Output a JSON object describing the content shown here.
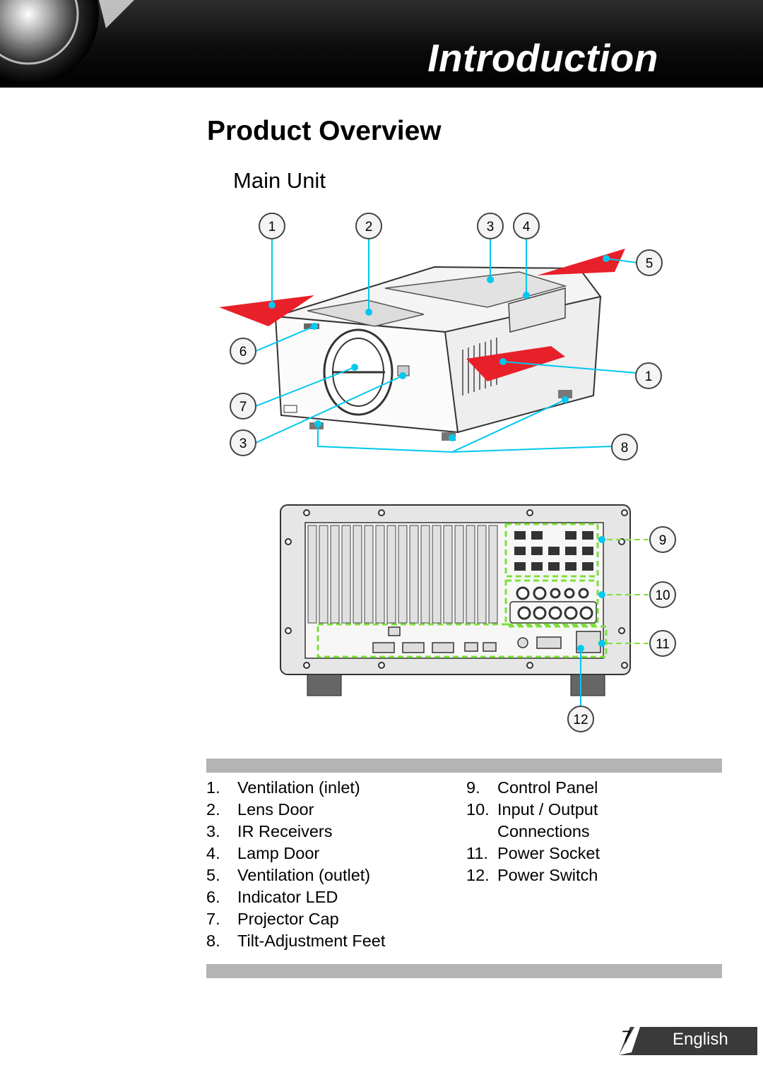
{
  "banner": {
    "title": "Introduction"
  },
  "section": {
    "title": "Product Overview",
    "subtitle": "Main Unit"
  },
  "diagram": {
    "callouts_front": [
      "1",
      "2",
      "3",
      "4",
      "5",
      "6",
      "7",
      "3",
      "1",
      "8"
    ],
    "callouts_rear": [
      "9",
      "10",
      "11",
      "12"
    ]
  },
  "parts_left": [
    {
      "num": "1.",
      "label": "Ventilation (inlet)"
    },
    {
      "num": "2.",
      "label": "Lens Door"
    },
    {
      "num": "3.",
      "label": "IR Receivers"
    },
    {
      "num": "4.",
      "label": "Lamp Door"
    },
    {
      "num": "5.",
      "label": "Ventilation (outlet)"
    },
    {
      "num": "6.",
      "label": "Indicator LED"
    },
    {
      "num": "7.",
      "label": "Projector Cap"
    },
    {
      "num": "8.",
      "label": "Tilt-Adjustment Feet"
    }
  ],
  "parts_right": [
    {
      "num": "9.",
      "label": "Control Panel"
    },
    {
      "num": "10.",
      "label": "Input / Output"
    },
    {
      "num": "",
      "label": "Connections"
    },
    {
      "num": "11.",
      "label": "Power Socket"
    },
    {
      "num": "12.",
      "label": "Power Switch"
    }
  ],
  "footer": {
    "page": "7",
    "language": "English"
  },
  "colors": {
    "callout_line": "#00c8f0",
    "arrow": "#e8202a",
    "highlight": "#7ee03a"
  },
  "icons": [
    "lens-icon",
    "projector-front-illustration",
    "projector-rear-illustration"
  ]
}
